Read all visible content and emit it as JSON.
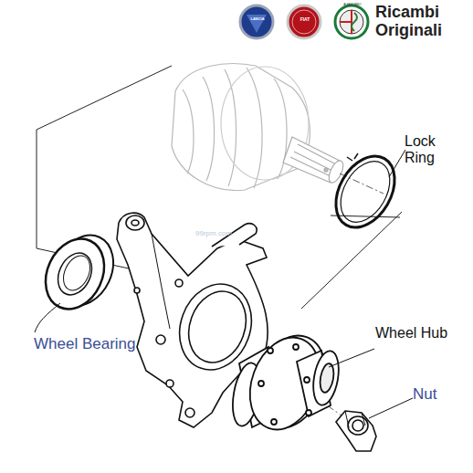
{
  "diagram": {
    "labels": [
      "LANCIA",
      "FIAT",
      "ALFA ROMEO",
      "Ricambi Originali",
      "Lock Ring",
      "99rpm.com",
      "Wheel Bearing",
      "Wheel Hub",
      "Nut"
    ]
  }
}
